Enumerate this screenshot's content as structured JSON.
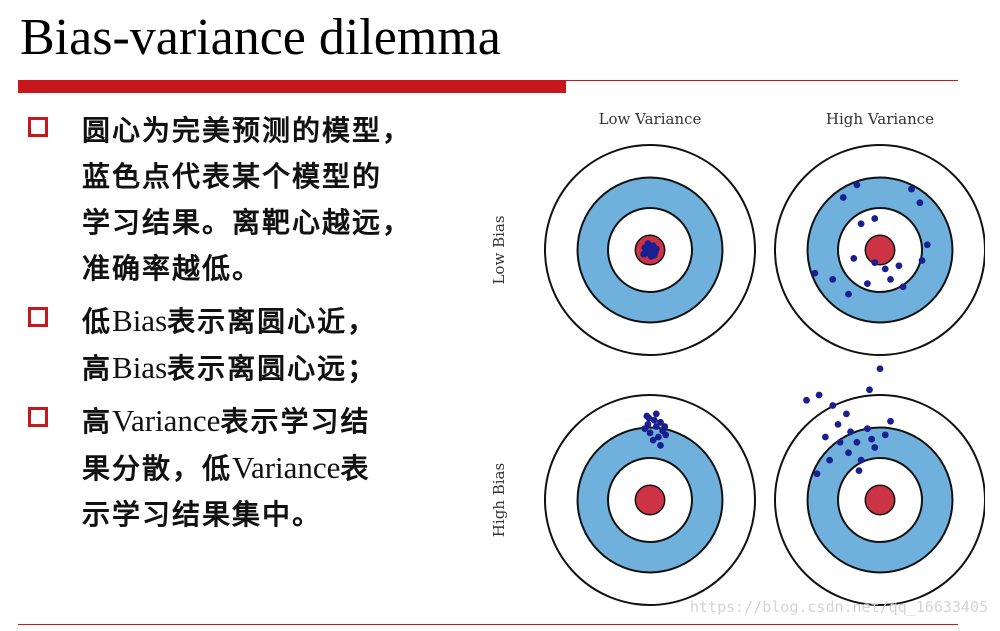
{
  "slide": {
    "title": "Bias-variance dilemma",
    "bullets": [
      {
        "lines": [
          [
            {
              "t": "圆心为完美预测的模型，",
              "latin": false
            }
          ],
          [
            {
              "t": "蓝色点代表某个模型的",
              "latin": false
            }
          ],
          [
            {
              "t": "学习结果。离靶心越远，",
              "latin": false
            }
          ],
          [
            {
              "t": "准确率越低。",
              "latin": false
            }
          ]
        ]
      },
      {
        "lines": [
          [
            {
              "t": "低",
              "latin": false
            },
            {
              "t": "Bias",
              "latin": true
            },
            {
              "t": "表示离圆心近，",
              "latin": false
            }
          ],
          [
            {
              "t": "高",
              "latin": false
            },
            {
              "t": "Bias",
              "latin": true
            },
            {
              "t": "表示离圆心远；",
              "latin": false
            }
          ]
        ]
      },
      {
        "lines": [
          [
            {
              "t": "高",
              "latin": false
            },
            {
              "t": "Variance",
              "latin": true
            },
            {
              "t": "表示学习结",
              "latin": false
            }
          ],
          [
            {
              "t": "果分散，低",
              "latin": false
            },
            {
              "t": "Variance",
              "latin": true
            },
            {
              "t": "表",
              "latin": false
            }
          ],
          [
            {
              "t": "示学习结果集中。",
              "latin": false
            }
          ]
        ]
      }
    ],
    "watermark": "https://blog.csdn.net/qq_16633405"
  },
  "diagram": {
    "col_labels": [
      "Low Variance",
      "High Variance"
    ],
    "row_labels": [
      "Low Bias",
      "High Bias"
    ],
    "colors": {
      "ring": "#6fb0dc",
      "bull": "#cc3344",
      "dot": "#1a1f8f",
      "title_accent": "#c8161d"
    },
    "targets": [
      {
        "name": "low-bias-low-variance",
        "points": [
          [
            0.0,
            0.0
          ],
          [
            -0.04,
            0.03
          ],
          [
            0.03,
            -0.04
          ],
          [
            0.05,
            0.02
          ],
          [
            -0.05,
            -0.02
          ],
          [
            0.01,
            0.06
          ],
          [
            -0.02,
            -0.06
          ],
          [
            0.06,
            -0.01
          ],
          [
            -0.06,
            0.04
          ],
          [
            0.02,
            0.03
          ],
          [
            -0.03,
            -0.01
          ],
          [
            0.04,
            0.05
          ]
        ]
      },
      {
        "name": "low-bias-high-variance",
        "points": [
          [
            -0.35,
            -0.5
          ],
          [
            -0.22,
            -0.62
          ],
          [
            0.3,
            -0.58
          ],
          [
            0.38,
            -0.45
          ],
          [
            -0.18,
            -0.25
          ],
          [
            -0.05,
            -0.3
          ],
          [
            -0.25,
            0.08
          ],
          [
            0.1,
            0.28
          ],
          [
            -0.05,
            0.12
          ],
          [
            0.18,
            0.15
          ],
          [
            -0.45,
            0.28
          ],
          [
            -0.62,
            0.22
          ],
          [
            0.45,
            -0.05
          ],
          [
            0.4,
            0.1
          ],
          [
            -0.3,
            0.42
          ],
          [
            0.05,
            0.18
          ],
          [
            0.22,
            0.35
          ],
          [
            -0.12,
            0.32
          ]
        ]
      },
      {
        "name": "high-bias-low-variance",
        "points": [
          [
            -0.03,
            -0.8
          ],
          [
            0.04,
            -0.76
          ],
          [
            -0.02,
            -0.72
          ],
          [
            0.06,
            -0.7
          ],
          [
            0.1,
            -0.74
          ],
          [
            0.0,
            -0.64
          ],
          [
            0.08,
            -0.6
          ],
          [
            0.12,
            -0.66
          ],
          [
            -0.05,
            -0.68
          ],
          [
            0.03,
            -0.57
          ],
          [
            0.1,
            -0.52
          ],
          [
            0.14,
            -0.7
          ],
          [
            -0.01,
            -0.78
          ],
          [
            0.06,
            -0.82
          ],
          [
            0.15,
            -0.62
          ]
        ]
      },
      {
        "name": "high-bias-high-variance",
        "points": [
          [
            -0.7,
            -0.95
          ],
          [
            -0.58,
            -1.0
          ],
          [
            -0.45,
            -0.9
          ],
          [
            -0.32,
            -0.82
          ],
          [
            -0.28,
            -0.65
          ],
          [
            -0.38,
            -0.55
          ],
          [
            -0.22,
            -0.55
          ],
          [
            -0.12,
            -0.68
          ],
          [
            -0.08,
            -0.58
          ],
          [
            -0.3,
            -0.45
          ],
          [
            -0.48,
            -0.38
          ],
          [
            -0.6,
            -0.25
          ],
          [
            -0.18,
            -0.38
          ],
          [
            -0.05,
            -0.5
          ],
          [
            0.05,
            -0.62
          ],
          [
            0.0,
            -1.25
          ],
          [
            -0.1,
            -1.05
          ],
          [
            0.1,
            -0.75
          ],
          [
            -0.52,
            -0.6
          ],
          [
            -0.4,
            -0.72
          ],
          [
            -0.2,
            -0.28
          ]
        ]
      }
    ]
  }
}
